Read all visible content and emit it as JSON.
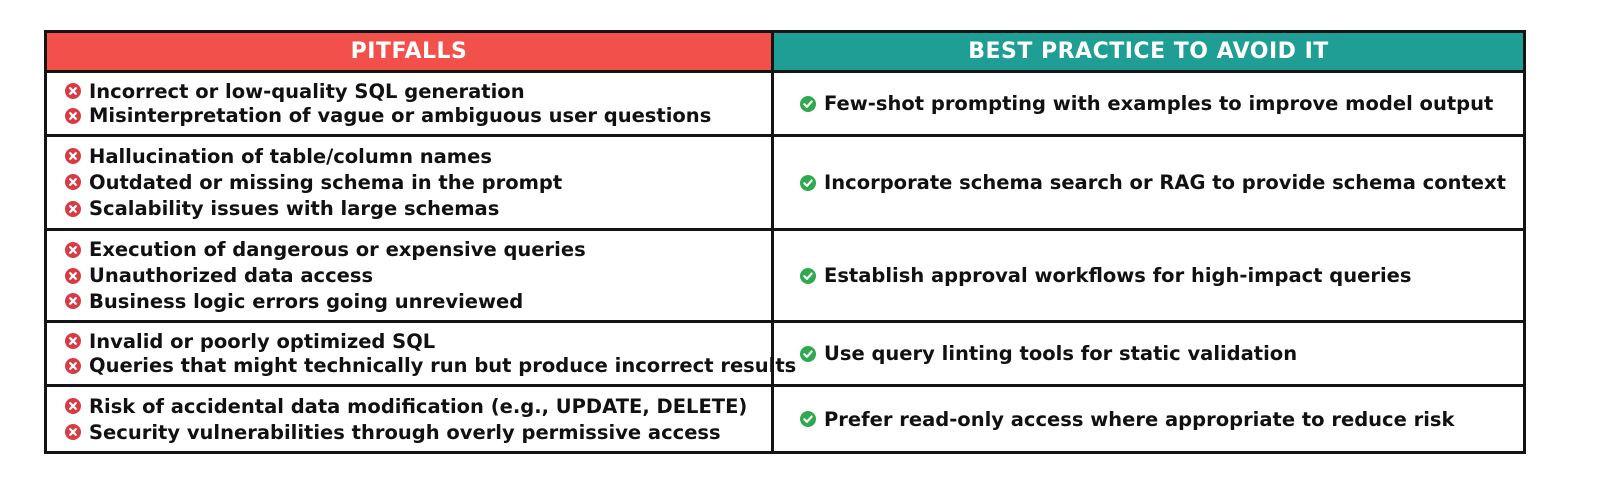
{
  "colors": {
    "pitfalls_header": "#f2504b",
    "practice_header": "#1e9e94",
    "x_icon": "#d93b45",
    "check_icon": "#2fa84f",
    "border": "#141414"
  },
  "header": {
    "left": "PITFALLS",
    "right": "BEST PRACTICE TO AVOID IT"
  },
  "rows": [
    {
      "pitfalls": [
        "Incorrect or low-quality SQL generation",
        "Misinterpretation of vague or ambiguous user questions"
      ],
      "practice": "Few-shot prompting with examples to improve model output"
    },
    {
      "pitfalls": [
        "Hallucination of table/column names",
        "Outdated or missing schema in the prompt",
        "Scalability issues with large schemas"
      ],
      "practice": "Incorporate schema search or RAG to provide schema context"
    },
    {
      "pitfalls": [
        "Execution of dangerous or expensive queries",
        "Unauthorized data access",
        "Business logic errors going unreviewed"
      ],
      "practice": "Establish approval workflows for high-impact queries"
    },
    {
      "pitfalls": [
        "Invalid or poorly optimized SQL",
        "Queries that might technically run but produce incorrect results"
      ],
      "practice": "Use query linting tools for static validation"
    },
    {
      "pitfalls": [
        "Risk of accidental data modification (e.g., UPDATE, DELETE)",
        "Security vulnerabilities through overly permissive access"
      ],
      "practice": "Prefer read-only access where appropriate to reduce risk"
    }
  ]
}
